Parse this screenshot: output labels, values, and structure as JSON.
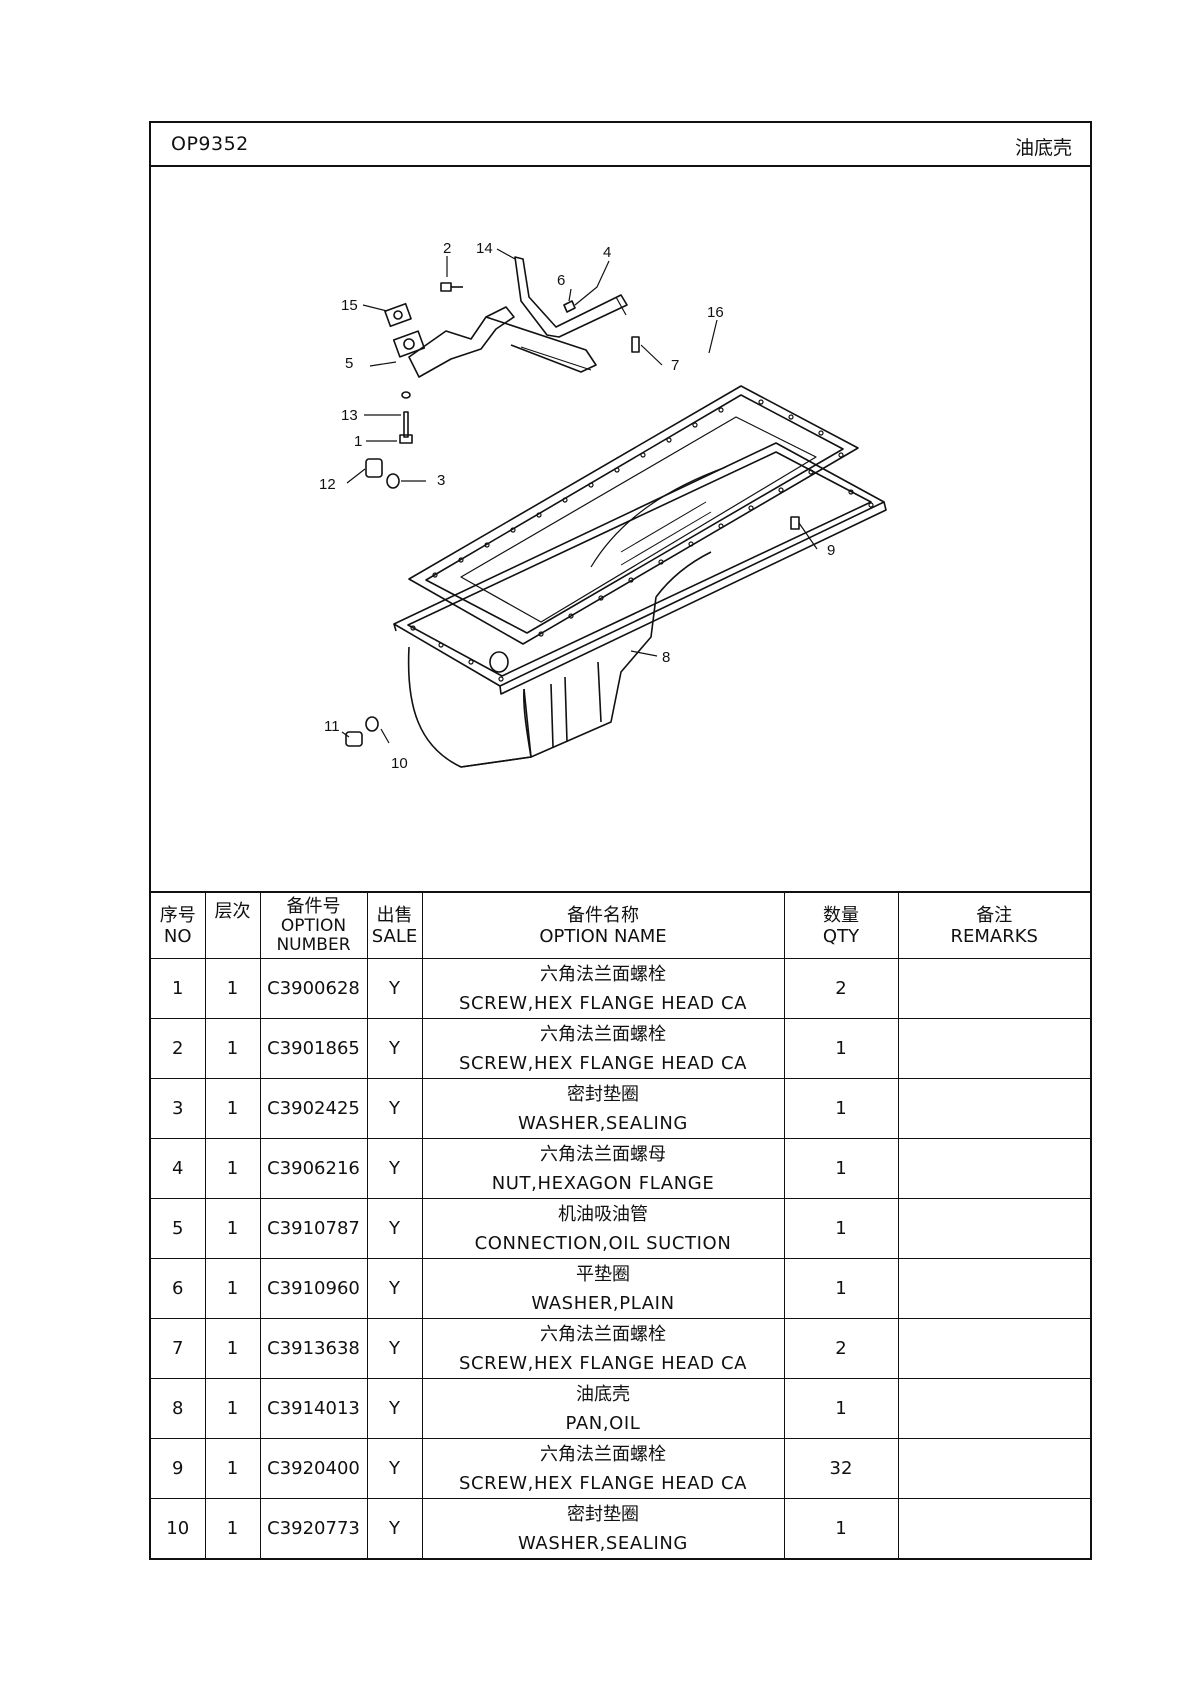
{
  "header": {
    "code": "OP9352",
    "title": "油底壳"
  },
  "diagram": {
    "callouts": [
      "1",
      "2",
      "3",
      "4",
      "5",
      "6",
      "7",
      "8",
      "9",
      "10",
      "11",
      "12",
      "13",
      "14",
      "15",
      "16"
    ]
  },
  "table": {
    "columns": [
      {
        "cn": "序号",
        "en": "NO"
      },
      {
        "cn": "层次",
        "en": ""
      },
      {
        "cn": "备件号",
        "en": "OPTION NUMBER"
      },
      {
        "cn": "出售",
        "en": "SALE"
      },
      {
        "cn": "备件名称",
        "en": "OPTION NAME"
      },
      {
        "cn": "数量",
        "en": "QTY"
      },
      {
        "cn": "备注",
        "en": "REMARKS"
      }
    ],
    "rows": [
      {
        "no": "1",
        "level": "1",
        "part": "C3900628",
        "sale": "Y",
        "name_cn": "六角法兰面螺栓",
        "name_en": "SCREW,HEX FLANGE HEAD CA",
        "qty": "2",
        "remarks": ""
      },
      {
        "no": "2",
        "level": "1",
        "part": "C3901865",
        "sale": "Y",
        "name_cn": "六角法兰面螺栓",
        "name_en": "SCREW,HEX FLANGE HEAD CA",
        "qty": "1",
        "remarks": ""
      },
      {
        "no": "3",
        "level": "1",
        "part": "C3902425",
        "sale": "Y",
        "name_cn": "密封垫圈",
        "name_en": "WASHER,SEALING",
        "qty": "1",
        "remarks": ""
      },
      {
        "no": "4",
        "level": "1",
        "part": "C3906216",
        "sale": "Y",
        "name_cn": "六角法兰面螺母",
        "name_en": "NUT,HEXAGON FLANGE",
        "qty": "1",
        "remarks": ""
      },
      {
        "no": "5",
        "level": "1",
        "part": "C3910787",
        "sale": "Y",
        "name_cn": "机油吸油管",
        "name_en": "CONNECTION,OIL SUCTION",
        "qty": "1",
        "remarks": ""
      },
      {
        "no": "6",
        "level": "1",
        "part": "C3910960",
        "sale": "Y",
        "name_cn": "平垫圈",
        "name_en": "WASHER,PLAIN",
        "qty": "1",
        "remarks": ""
      },
      {
        "no": "7",
        "level": "1",
        "part": "C3913638",
        "sale": "Y",
        "name_cn": "六角法兰面螺栓",
        "name_en": "SCREW,HEX FLANGE HEAD CA",
        "qty": "2",
        "remarks": ""
      },
      {
        "no": "8",
        "level": "1",
        "part": "C3914013",
        "sale": "Y",
        "name_cn": "油底壳",
        "name_en": "PAN,OIL",
        "qty": "1",
        "remarks": ""
      },
      {
        "no": "9",
        "level": "1",
        "part": "C3920400",
        "sale": "Y",
        "name_cn": "六角法兰面螺栓",
        "name_en": "SCREW,HEX FLANGE HEAD CA",
        "qty": "32",
        "remarks": ""
      },
      {
        "no": "10",
        "level": "1",
        "part": "C3920773",
        "sale": "Y",
        "name_cn": "密封垫圈",
        "name_en": "WASHER,SEALING",
        "qty": "1",
        "remarks": ""
      }
    ]
  }
}
